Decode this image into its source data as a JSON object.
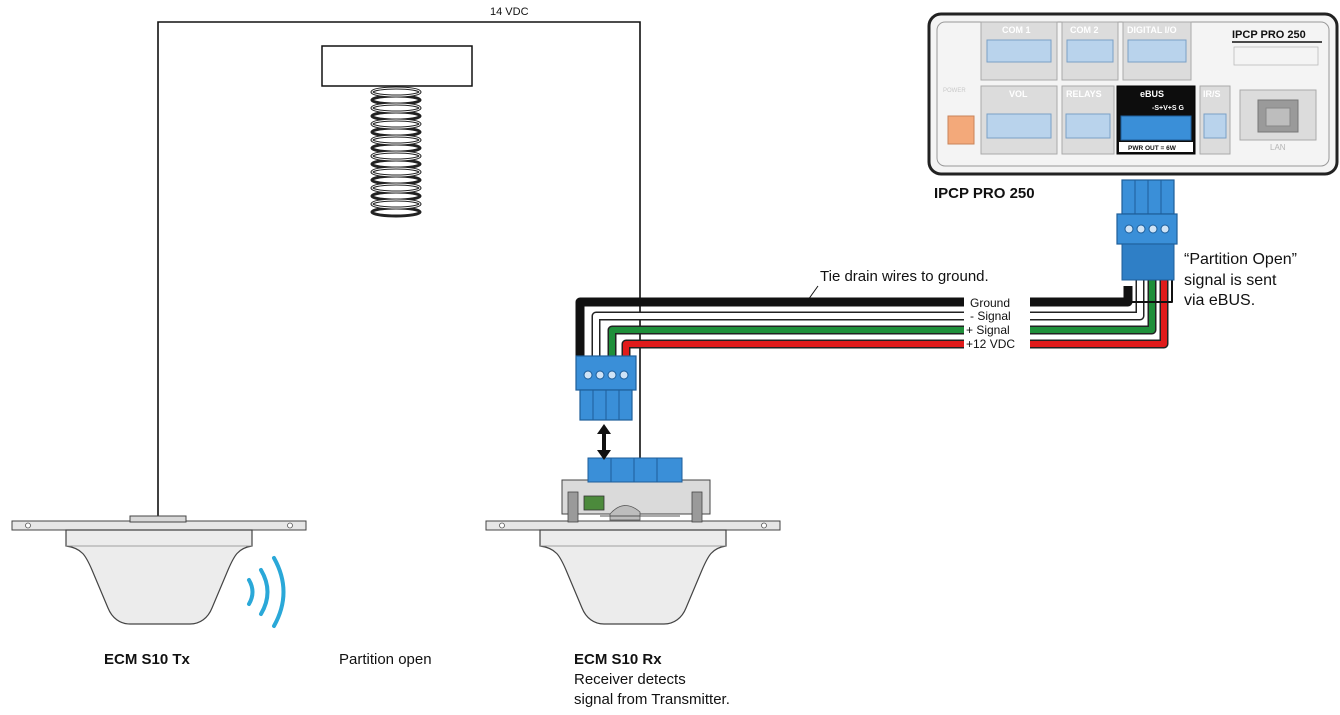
{
  "wiring": {
    "supply_label": "14 VDC",
    "drain_note": "Tie drain wires to ground.",
    "wires": [
      "Ground",
      "- Signal",
      "+ Signal",
      "+12 VDC"
    ],
    "wire_colors": {
      "ground": "#111111",
      "minus_signal": "#ffffff",
      "plus_signal": "#1f8f3a",
      "plus_12v": "#e01b1b"
    }
  },
  "ipcp": {
    "model_title": "IPCP PRO 250",
    "caption": "IPCP PRO 250",
    "port_groups": {
      "com1": "COM 1",
      "com2": "COM 2",
      "digital_io": "DIGITAL I/O",
      "vol": "VOL",
      "relays": "RELAYS",
      "ebus": "eBUS",
      "irs": "IR/S",
      "lan": "LAN",
      "power": "POWER"
    },
    "ebus_pins": "-S+V+S G",
    "ebus_power": "PWR OUT = 6W",
    "colors": {
      "panel": "#f4f4f4",
      "port_bg": "#dcdcdc",
      "connector": "#3a8fd8",
      "ebus_bg": "#0d0d0d",
      "power_connector": "#f3a97a"
    }
  },
  "ebus_note": [
    "“Partition Open”",
    "signal is sent",
    "via eBUS."
  ],
  "devices": {
    "tx": {
      "name": "ECM S10 Tx"
    },
    "rx": {
      "name": "ECM S10 Rx",
      "desc": [
        "Receiver detects",
        "signal from Transmitter."
      ]
    }
  },
  "state_label": "Partition open",
  "icons": [
    "spring-coil-icon",
    "wave-signal-icon",
    "double-arrow-icon",
    "terminal-block-icon",
    "ethernet-port-icon"
  ],
  "colors": {
    "terminal_blue": "#3a8fd8",
    "wave": "#2aa8d8",
    "housing_gray": "#e8e8e8"
  }
}
